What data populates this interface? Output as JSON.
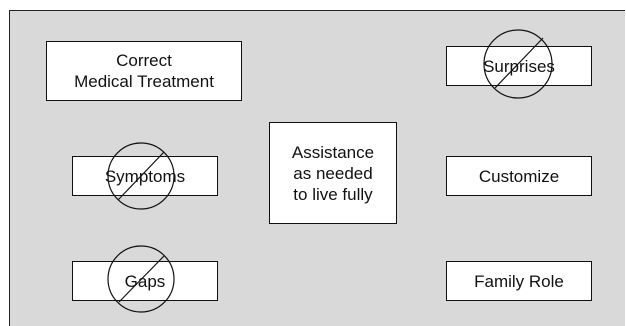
{
  "diagram": {
    "center": {
      "label": "Assistance\nas needed\nto live fully"
    },
    "left": [
      {
        "label": "Correct\nMedical Treatment",
        "crossed": false
      },
      {
        "label": "Symptoms",
        "crossed": true
      },
      {
        "label": "Gaps",
        "crossed": true
      }
    ],
    "right": [
      {
        "label": "Surprises",
        "crossed": true
      },
      {
        "label": "Customize",
        "crossed": false
      },
      {
        "label": "Family Role",
        "crossed": false
      }
    ]
  },
  "colors": {
    "background": "#d9d9d9",
    "box_fill": "#ffffff",
    "stroke": "#111111"
  },
  "icons": {
    "prohibition": "no-sign-icon"
  }
}
